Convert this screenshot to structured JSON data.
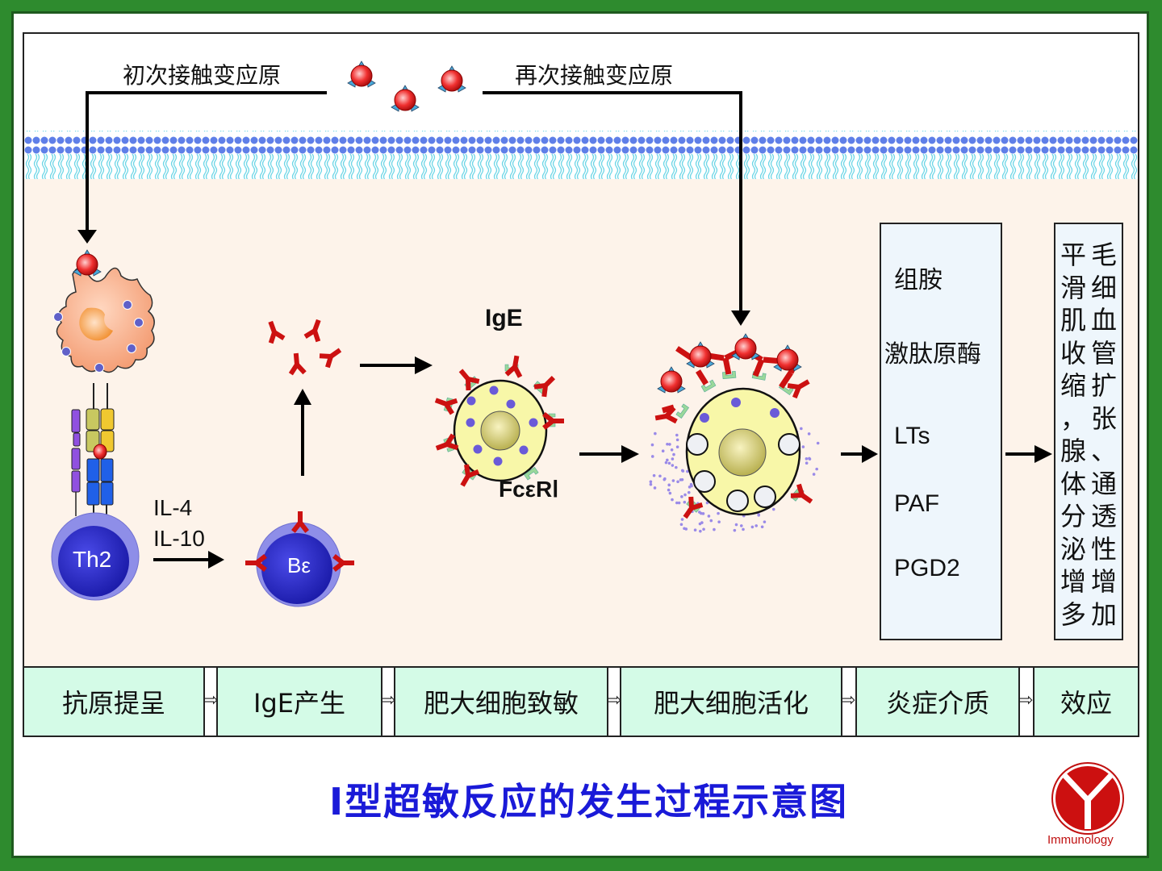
{
  "diagram": {
    "labels": {
      "first_contact": "初次接触变应原",
      "second_contact": "再次接触变应原",
      "cytokines": [
        "IL-4",
        "IL-10"
      ],
      "th2_cell": "Th2",
      "b_cell": "Bε",
      "ige": "IgE",
      "receptor": "FcεRⅠ"
    },
    "mediators": {
      "items": [
        "组胺",
        "激肽原酶",
        "LTs",
        "PAF",
        "PGD2"
      ]
    },
    "effects": {
      "column_right": [
        "毛",
        "细",
        "血",
        "管",
        "扩",
        "张",
        "、",
        "通",
        "透",
        "性",
        "增",
        "加"
      ],
      "column_left": [
        "平",
        "滑",
        "肌",
        "收",
        "缩",
        "，",
        "腺",
        "体",
        "分",
        "泌",
        "增",
        "多"
      ]
    },
    "steps": [
      {
        "label": "抗原提呈"
      },
      {
        "label": "IgE产生"
      },
      {
        "label": "肥大细胞致敏"
      },
      {
        "label": "肥大细胞活化"
      },
      {
        "label": "炎症介质"
      },
      {
        "label": "效应"
      }
    ],
    "step_arrow_glyph": "⇨",
    "title": "Ⅰ型超敏反应的发生过程示意图",
    "logo_text": "Immunology"
  },
  "colors": {
    "border_green": "#2e8b2e",
    "title_blue": "#1a1ad8",
    "step_fill": "#d4fbe7",
    "cytoplasm": "#fdf3ea",
    "ige_red": "#cc1111",
    "logo_red": "#c01010"
  }
}
